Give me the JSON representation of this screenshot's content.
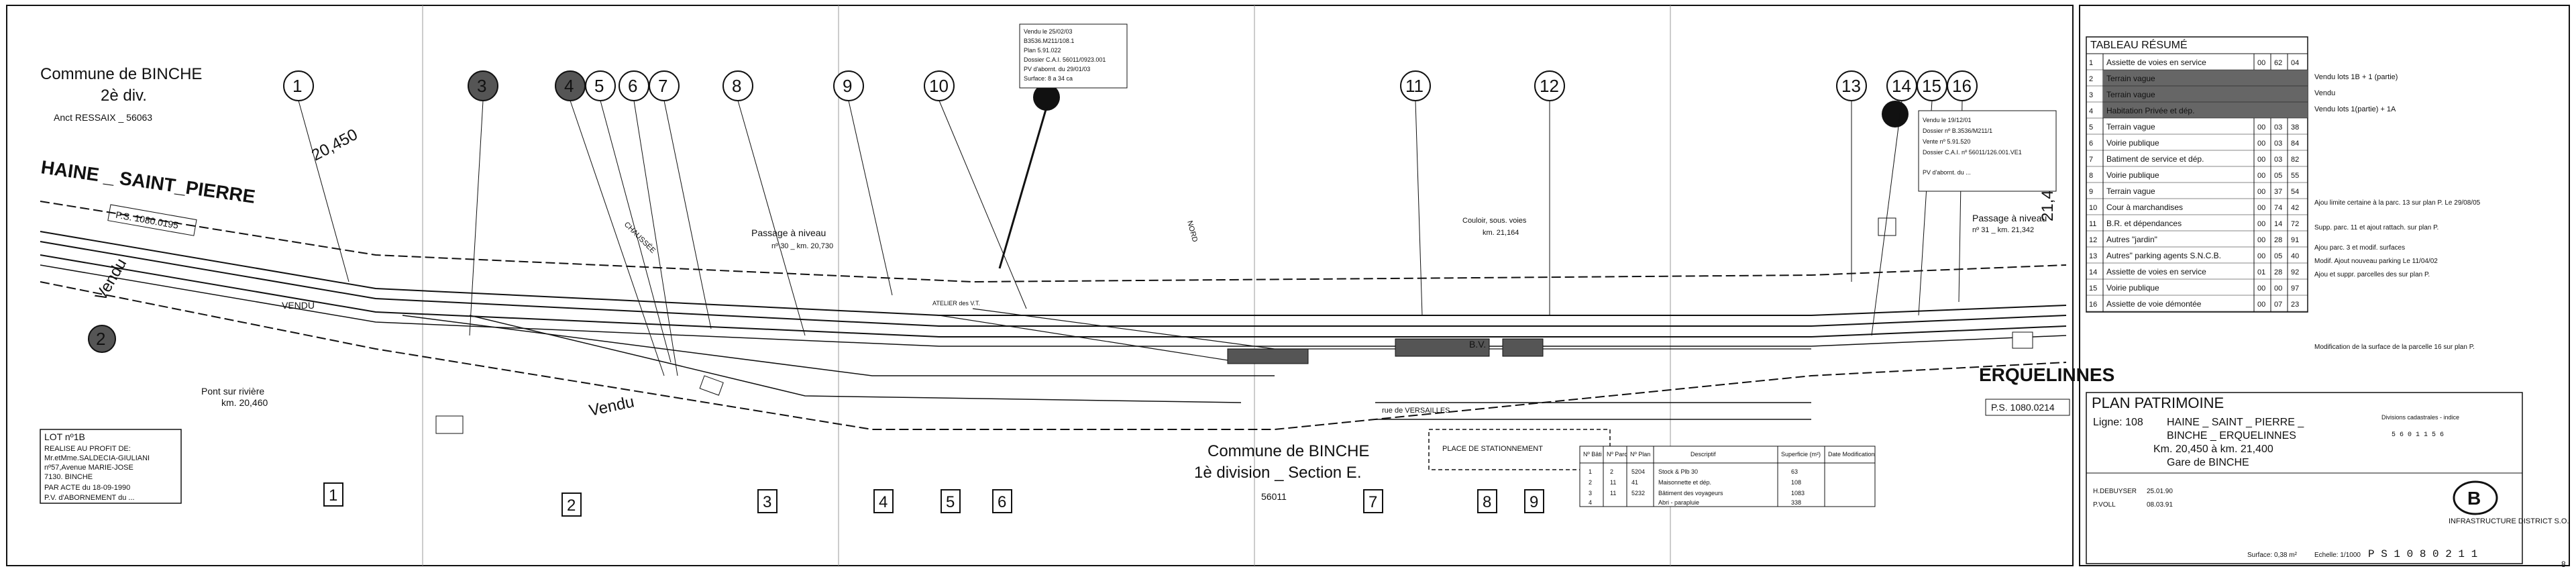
{
  "commune_top": {
    "line1": "Commune de BINCHE",
    "line2": "2è div.",
    "line3": "Anct RESSAIX _ 56063"
  },
  "commune_bottom": {
    "line1": "Commune de BINCHE",
    "line2": "1è division _ Section E.",
    "line3": "56011"
  },
  "direction_left": "HAINE _ SAINT_PIERRE",
  "direction_right": "ERQUELINNES",
  "km_start": "20,450",
  "km_end": "21,400",
  "ps_left": "P.S. 1080.0195",
  "ps_right": "P.S. 1080.0214",
  "pont": {
    "line1": "Pont sur rivière",
    "line2": "km. 20,460"
  },
  "passage1": {
    "line1": "Passage à niveau",
    "line2": "nº 30 _ km. 20,730"
  },
  "passage2": {
    "line1": "Passage à niveau",
    "line2": "nº 31 _ km. 21,342"
  },
  "couloir": {
    "line1": "Couloir, sous. voies",
    "line2": "km. 21,164"
  },
  "place": "PLACE DE STATIONNEMENT",
  "rue_versailles": "rue de VERSAILLES",
  "bv": "B.V.",
  "vendu_labels": [
    "Vendu",
    "VENDU",
    "Vendu"
  ],
  "chaussee": "CHAUSSÉE",
  "nord": "NORD",
  "atelier": "ATELIER des V.T.",
  "numbers_top": [
    "1",
    "2",
    "3",
    "4",
    "5",
    "6",
    "7",
    "8",
    "9",
    "10",
    "11",
    "12",
    "13",
    "14",
    "15",
    "16"
  ],
  "numbers_bottom": [
    "1",
    "2",
    "3",
    "4",
    "5",
    "6",
    "7",
    "8",
    "9"
  ],
  "lot_box": {
    "title": "LOT nº1B",
    "lines": [
      "REALISE AU PROFIT DE:",
      "Mr.etMme.SALDECIA-GIULIANI",
      "nº57,Avenue MARIE-JOSE",
      "7130. BINCHE",
      "PAR ACTE du 18-09-1990",
      "P.V. d'ABORNEMENT du ..."
    ]
  },
  "vendu_note1": {
    "lines": [
      "Vendu le 25/02/03",
      "B3536.M211/108.1",
      "Plan 5.91.022",
      "Dossier C.A.I. 56011/0923.001",
      "PV d'abornt. du 29/01/03",
      "Surface: 8 a 34 ca"
    ]
  },
  "vendu_note2": {
    "lines": [
      "Vendu le 19/12/01",
      "Dossier nº B.3536/M211/1",
      "Vente nº 5.91.520",
      "Dossier C.A.I. nº 56011/126.001.VE1",
      "PV d'abornt. du ..."
    ]
  },
  "small_table": {
    "headers": [
      "Nº Bâti",
      "Nº Parc",
      "Nº Plan",
      "Descriptif",
      "Superficie (m²)",
      "Date Modification"
    ],
    "rows": [
      [
        "1",
        "2",
        "5204",
        "Stock & Plb 30",
        "63",
        ""
      ],
      [
        "2",
        "11",
        "41",
        "Maisonnette et dép.",
        "108",
        ""
      ],
      [
        "3",
        "11",
        "5232",
        "Bâtiment des voyageurs",
        "1083",
        ""
      ],
      [
        "4",
        "",
        "",
        "Abri - parapluie",
        "338",
        ""
      ]
    ]
  },
  "resume": {
    "title": "TABLEAU RÉSUMÉ",
    "rows": [
      [
        "1",
        "Assiette de voies en service",
        "00",
        "62",
        "04"
      ],
      [
        "2",
        "Terrain vague",
        "",
        "",
        ""
      ],
      [
        "3",
        "Terrain vague",
        "",
        "",
        ""
      ],
      [
        "4",
        "Habitation Privée et dép.",
        "",
        "",
        ""
      ],
      [
        "5",
        "Terrain vague",
        "00",
        "03",
        "38"
      ],
      [
        "6",
        "Voirie publique",
        "00",
        "03",
        "84"
      ],
      [
        "7",
        "Batiment de service et dép.",
        "00",
        "03",
        "82"
      ],
      [
        "8",
        "Voirie publique",
        "00",
        "05",
        "55"
      ],
      [
        "9",
        "Terrain vague",
        "00",
        "37",
        "54"
      ],
      [
        "10",
        "Cour à marchandises",
        "00",
        "74",
        "42"
      ],
      [
        "11",
        "B.R. et dépendances",
        "00",
        "14",
        "72"
      ],
      [
        "12",
        "Autres \"jardin\"",
        "00",
        "28",
        "91"
      ],
      [
        "13",
        "Autres\" parking agents S.N.C.B.",
        "00",
        "05",
        "40"
      ],
      [
        "14",
        "Assiette de voies en service",
        "01",
        "28",
        "92"
      ],
      [
        "15",
        "Voirie publique",
        "00",
        "00",
        "97"
      ],
      [
        "16",
        "Assiette de voie démontée",
        "00",
        "07",
        "23"
      ]
    ],
    "side_notes": [
      "Vendu lots 1B + 1 (partie)",
      "Vendu",
      "Vendu lots 1(partie) + 1A"
    ]
  },
  "modif_notes": [
    "Ajou limite certaine à la parc. 13 sur plan P. Le 29/08/05",
    "Supp. parc. 11 et ajout rattach. sur plan P.",
    "Ajou parc. 3 et modif. surfaces",
    "Modif. Ajout nouveau parking Le 11/04/02",
    "Ajou et suppr. parcelles des sur plan P.",
    "Modification de la surface de la parcelle 16 sur plan P."
  ],
  "title_block": {
    "title": "PLAN PATRIMOINE",
    "ligne_label": "Ligne: 108",
    "line_desc": "HAINE _ SAINT _ PIERRE _",
    "line_desc2": "BINCHE _ ERQUELINNES",
    "km": "Km. 20,450 à km. 21,400",
    "gare": "Gare de BINCHE",
    "direction": "INFRASTRUCTURE DISTRICT S.O.",
    "ref": "P S 1 0 8 0 2 1 1",
    "surface": "Surface: 0,38 m²",
    "echelle": "Echelle: 1/1000",
    "divisions": "Divisions cadastrales - indice",
    "div_codes": "5 6 0 1 1 5 6",
    "dessine": "H.DEBUYSER",
    "dessine_date": "25.01.90",
    "verifie": "P.VOLL",
    "verifie_date": "08.03.91",
    "logo": "B"
  },
  "sheet_number": "8",
  "colors": {
    "ink": "#111111",
    "paper": "#ffffff",
    "fill_dark": "#555555"
  }
}
